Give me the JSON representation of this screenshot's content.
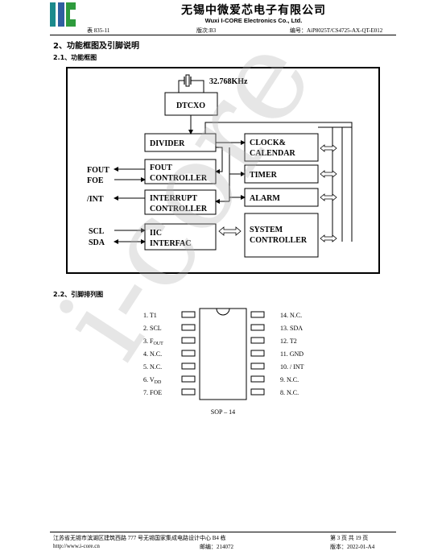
{
  "header": {
    "company_cn": "无锡中微爱芯电子有限公司",
    "company_en": "Wuxi I-CORE Electronics Co., Ltd.",
    "form_no": "表 835-11",
    "version": "版次:B3",
    "doc_no": "编号：AiP8025T/CS4725-AX-QT-E012"
  },
  "section": {
    "title": "2、功能框图及引脚说明",
    "sub1": "2.1、功能框图",
    "sub2": "2.2、引脚排列图"
  },
  "block_diagram": {
    "crystal_freq": "32.768KHz",
    "blocks": {
      "dtcxo": "DTCXO",
      "divider": "DIVIDER",
      "clock_line1": "CLOCK&",
      "clock_line2": "CALENDAR",
      "fout_line1": "FOUT",
      "fout_line2": "CONTROLLER",
      "timer": "TIMER",
      "interrupt_line1": "INTERRUPT",
      "interrupt_line2": "CONTROLLER",
      "alarm": "ALARM",
      "iic_line1": "IIC",
      "iic_line2": "INTERFAC",
      "system_line1": "SYSTEM",
      "system_line2": "CONTROLLER"
    },
    "signals": {
      "fout": "FOUT",
      "foe": "FOE",
      "int": "/INT",
      "scl": "SCL",
      "sda": "SDA"
    }
  },
  "pinout": {
    "left_pins": [
      "1. T1",
      "2. SCL",
      "3. F",
      "4. N.C.",
      "5. N.C.",
      "6. V",
      "7. FOE"
    ],
    "pin3_sub": "OUT",
    "pin6_sub": "DD",
    "right_pins": [
      "14. N.C.",
      "13. SDA",
      "12. T2",
      "11. GND",
      "10. / INT",
      "9. N.C.",
      "8. N.C."
    ],
    "package": "SOP – 14"
  },
  "watermark": "i-core",
  "footer": {
    "address": "江苏省无锡市滨湖区建筑西路 777 号无锡国家集成电路设计中心 B4 栋",
    "page": "第 3 页 共 19 页",
    "website": "http://www.i-core.cn",
    "postcode": "邮编：214072",
    "rev": "版本：2022-01-A4"
  },
  "colors": {
    "logo_teal": "#1b8a8c",
    "logo_green": "#2e9b3d",
    "logo_blue": "#2f5fa0"
  }
}
